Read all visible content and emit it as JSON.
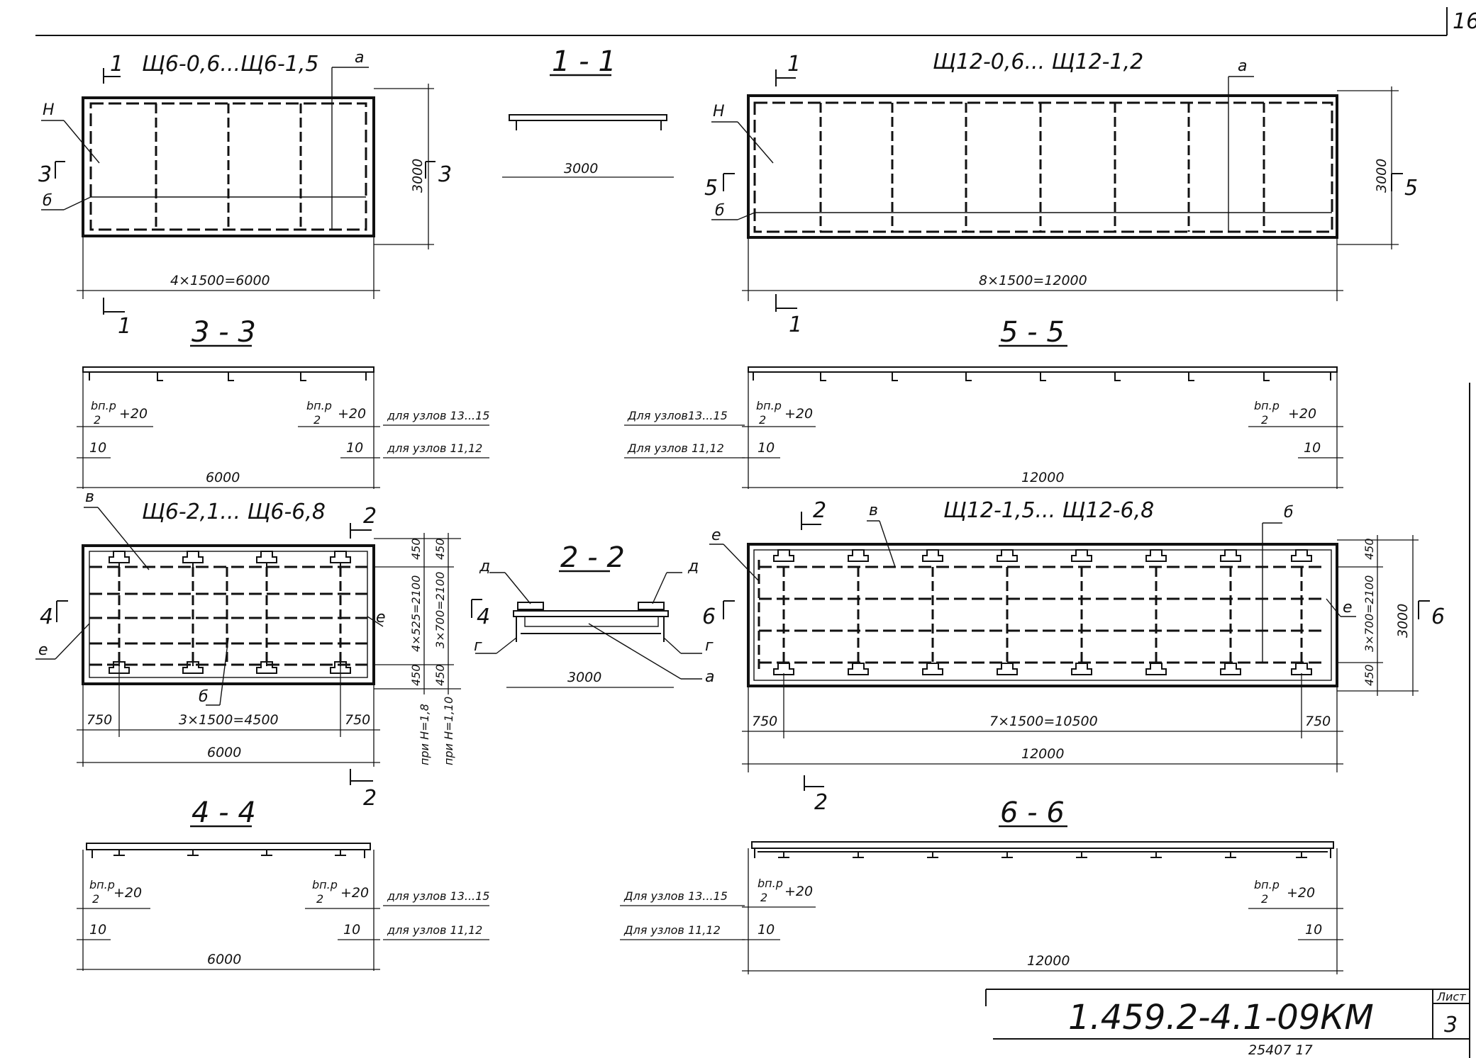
{
  "sheet": {
    "page_number": "16",
    "doc_code": "1.459.2-4.1-09КМ",
    "list_label": "Лист",
    "list_number": "3",
    "inventory_no": "25407 17"
  },
  "views": {
    "sh6_small": {
      "title": "Щ6-0,6...Щ6-1,5",
      "width_dim": "4×1500=6000",
      "height_dim": "3000"
    },
    "sh12_small": {
      "title": "Щ12-0,6... Щ12-1,2",
      "width_dim": "8×1500=12000",
      "height_dim": "3000"
    },
    "sh6_large": {
      "title": "Щ6-2,1... Щ6-6,8",
      "dim_750_left": "750",
      "dim_span": "3×1500=4500",
      "dim_750_right": "750",
      "width_dim": "6000",
      "h_450_top": "450",
      "h_450_top_b": "450",
      "h_mid_a": "4×525=2100",
      "h_mid_b": "3×700=2100",
      "h_450_bot": "450",
      "h_450_bot_b": "450",
      "note_a": "при Н=1,8",
      "note_b": "при Н=1,10"
    },
    "sh12_large": {
      "title": "Щ12-1,5... Щ12-6,8",
      "dim_750_left": "750",
      "dim_span": "7×1500=10500",
      "dim_750_right": "750",
      "width_dim": "12000",
      "h_450_top": "450",
      "h_mid": "3×700=2100",
      "h_450_bot": "450",
      "height_dim": "3000"
    }
  },
  "sections": {
    "s11": {
      "title": "1 - 1",
      "dim": "3000"
    },
    "s22": {
      "title": "2 - 2",
      "dim": "3000"
    },
    "s33": {
      "title": "3 - 3",
      "formula": "bп.р/2 + 20",
      "dim10": "10",
      "total": "6000",
      "note_top": "для узлов 13...15",
      "note_bot": "для узлов 11,12"
    },
    "s55": {
      "title": "5 - 5",
      "formula": "bп.р/2 + 20",
      "dim10": "10",
      "total": "12000",
      "note_top": "Для узлов13...15",
      "note_bot": "Для узлов 11,12"
    },
    "s44": {
      "title": "4 - 4",
      "formula": "bп.р/2 + 20",
      "dim10": "10",
      "total": "6000",
      "note_top": "для узлов 13...15",
      "note_bot": "для узлов 11,12"
    },
    "s66": {
      "title": "6 - 6",
      "formula": "bп.р/2 + 20",
      "dim10": "10",
      "total": "12000",
      "note_top": "Для узлов 13...15",
      "note_bot": "Для узлов 11,12"
    }
  },
  "marks": {
    "a": "а",
    "b": "б",
    "v": "в",
    "g": "г",
    "d": "д",
    "e": "е",
    "n": "Н",
    "c1": "1",
    "c2": "2",
    "c3": "3",
    "c4": "4",
    "c5": "5",
    "c6": "6",
    "fr_num": "bп.р",
    "fr_den": "2",
    "fr_plus": "+20"
  }
}
